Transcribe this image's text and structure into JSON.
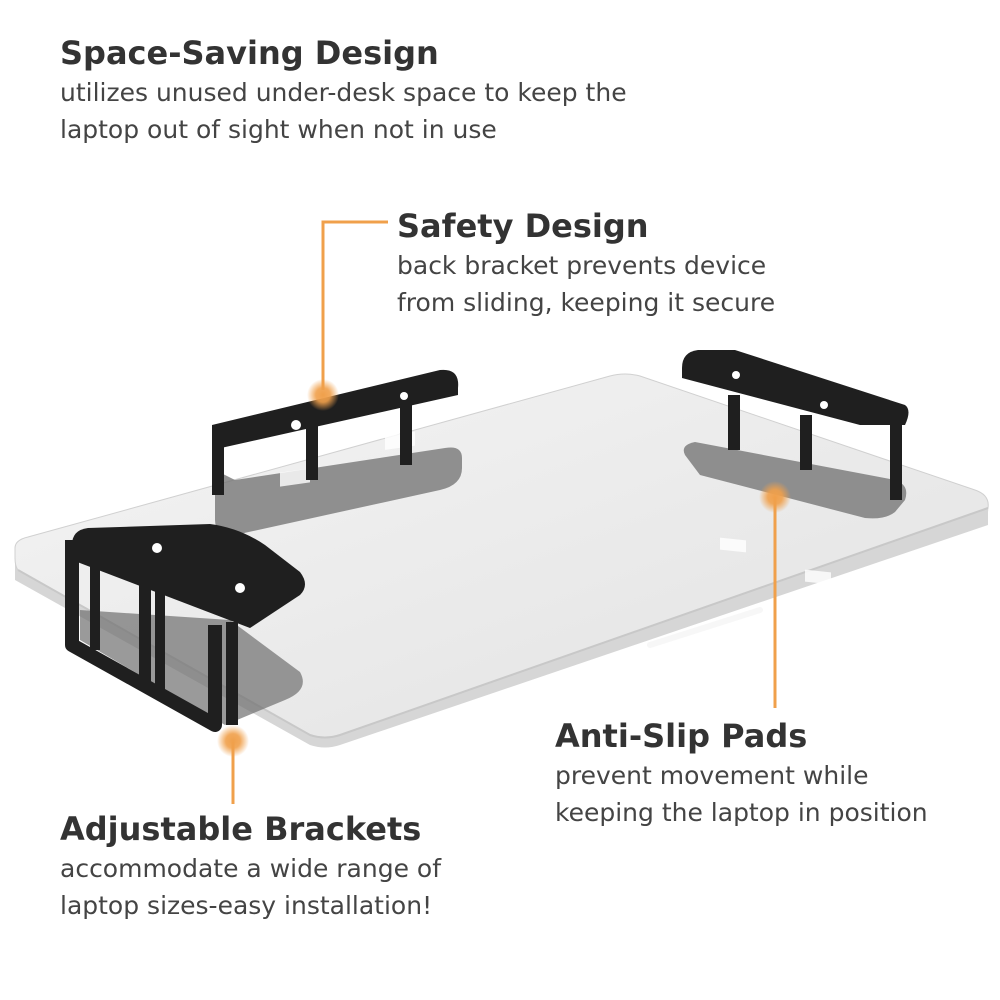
{
  "features": {
    "space_saving": {
      "title": "Space-Saving Design",
      "desc_line1": "utilizes unused under-desk space to keep the",
      "desc_line2": "laptop out of sight when not in use"
    },
    "safety": {
      "title": "Safety Design",
      "desc_line1": "back bracket prevents device",
      "desc_line2": "from sliding, keeping it secure"
    },
    "anti_slip": {
      "title": "Anti-Slip Pads",
      "desc_line1": "prevent movement while",
      "desc_line2": "keeping the laptop in position"
    },
    "brackets": {
      "title": "Adjustable Brackets",
      "desc_line1": "accommodate a wide range of",
      "desc_line2": "laptop sizes-easy installation!"
    }
  },
  "colors": {
    "accent": "#f0a04b",
    "text": "#333333",
    "bracket": "#222222",
    "laptop": "#ececec"
  }
}
